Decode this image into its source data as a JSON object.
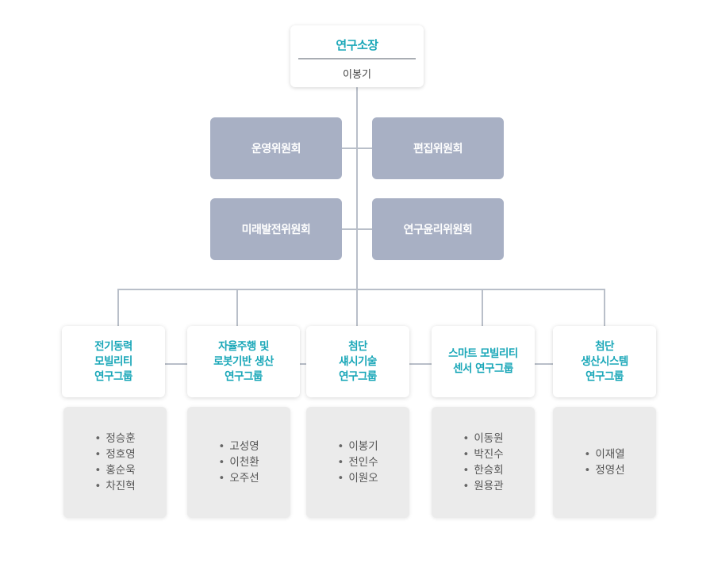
{
  "director": {
    "title": "연구소장",
    "name": "이봉기"
  },
  "committees": [
    {
      "label": "운영위원회"
    },
    {
      "label": "편집위원회"
    },
    {
      "label": "미래발전위원회"
    },
    {
      "label": "연구윤리위원회"
    }
  ],
  "groups": [
    {
      "lines": [
        "전기동력",
        "모빌리티",
        "연구그룹"
      ],
      "members": [
        "정승훈",
        "정호영",
        "홍순욱",
        "차진혁"
      ]
    },
    {
      "lines": [
        "자율주행 및",
        "로봇기반 생산",
        "연구그룹"
      ],
      "members": [
        "고성영",
        "이천환",
        "오주선"
      ]
    },
    {
      "lines": [
        "첨단",
        "섀시기술",
        "연구그룹"
      ],
      "members": [
        "이봉기",
        "전인수",
        "이원오"
      ]
    },
    {
      "lines": [
        "스마트 모빌리티",
        "센서 연구그룹"
      ],
      "members": [
        "이동원",
        "박진수",
        "한승회",
        "원용관"
      ]
    },
    {
      "lines": [
        "첨단",
        "생산시스템",
        "연구그룹"
      ],
      "members": [
        "이재열",
        "정영선"
      ]
    }
  ],
  "colors": {
    "accent": "#1aa7b8",
    "committee_fill": "#a8b0c4",
    "member_fill": "#ebebeb",
    "connector": "#b9bfc9"
  }
}
